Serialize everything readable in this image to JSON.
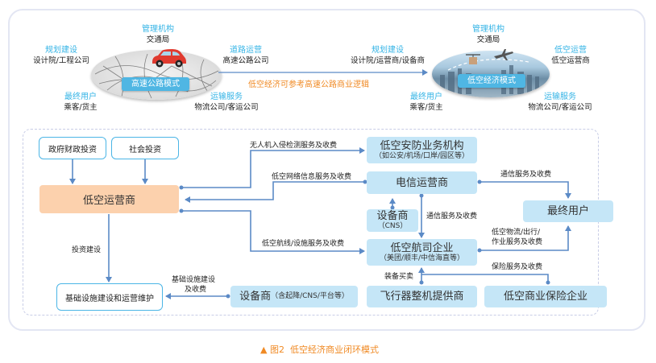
{
  "top": {
    "highway_model": {
      "center_label": "高速公路模式",
      "roles": [
        {
          "key": "regulator",
          "title": "管理机构",
          "entity": "交通局"
        },
        {
          "key": "planning",
          "title": "规划建设",
          "entity": "设计院/工程公司"
        },
        {
          "key": "operation",
          "title": "道路运营",
          "entity": "高速公路公司"
        },
        {
          "key": "end_user",
          "title": "最终用户",
          "entity": "乘客/货主"
        },
        {
          "key": "transport",
          "title": "运输服务",
          "entity": "物流公司/客运公司"
        }
      ]
    },
    "reference_label": "低空经济可参考高速公路商业逻辑",
    "low_altitude_model": {
      "center_label": "低空经济模式",
      "roles": [
        {
          "key": "regulator",
          "title": "管理机构",
          "entity": "交通局"
        },
        {
          "key": "planning",
          "title": "规划建设",
          "entity": "设计院/运营商/设备商"
        },
        {
          "key": "operation",
          "title": "低空运营",
          "entity": "低空运营商"
        },
        {
          "key": "end_user",
          "title": "最终用户",
          "entity": "乘客/货主"
        },
        {
          "key": "transport",
          "title": "运输服务",
          "entity": "物流公司/客运公司"
        }
      ]
    }
  },
  "nodes": {
    "gov_investment": "政府财政投资",
    "social_investment": "社会投资",
    "low_alt_operator": "低空运营商",
    "infra": "基础设施建设和运营维护",
    "security_agency": {
      "title": "低空安防业务机构",
      "sub": "（如公安/机场/口岸/园区等）"
    },
    "telecom": "电信运营商",
    "equipment_cns": {
      "title": "设备商",
      "sub": "（CNS）"
    },
    "airline": {
      "title": "低空航司企业",
      "sub": "（美团/顺丰/中信海直等）"
    },
    "end_user": "最终用户",
    "equipment_infra": {
      "title": "设备商",
      "sub": "（含起降/CNS/平台等）"
    },
    "aircraft_oem": "飞行器整机提供商",
    "insurance": "低空商业保险企业"
  },
  "edges": {
    "uav_detection": "无人机入侵检测服务及收费",
    "network_info": "低空网络信息服务及收费",
    "route_facility": "低空航线/设施服务及收费",
    "invest_build": "投资建设",
    "infra_fee_1": "基础设施建设",
    "infra_fee_2": "及收费",
    "telecom_to_user": "通信服务及收费",
    "telecom_to_airline": "通信服务及收费",
    "airline_to_user_1": "低空物流/出行/",
    "airline_to_user_2": "作业服务及收费",
    "insurance_fee": "保险服务及收费",
    "equipment_trade": "装备买卖"
  },
  "caption": {
    "marker": "▲",
    "text": "图2  低空经济商业闭环模式"
  },
  "colors": {
    "accent_blue": "#35b4e6",
    "box_light_blue": "#c5e6f7",
    "box_orange": "#fcd1ad",
    "arrow": "#5b8ac6",
    "caption_orange": "#f08a24"
  }
}
